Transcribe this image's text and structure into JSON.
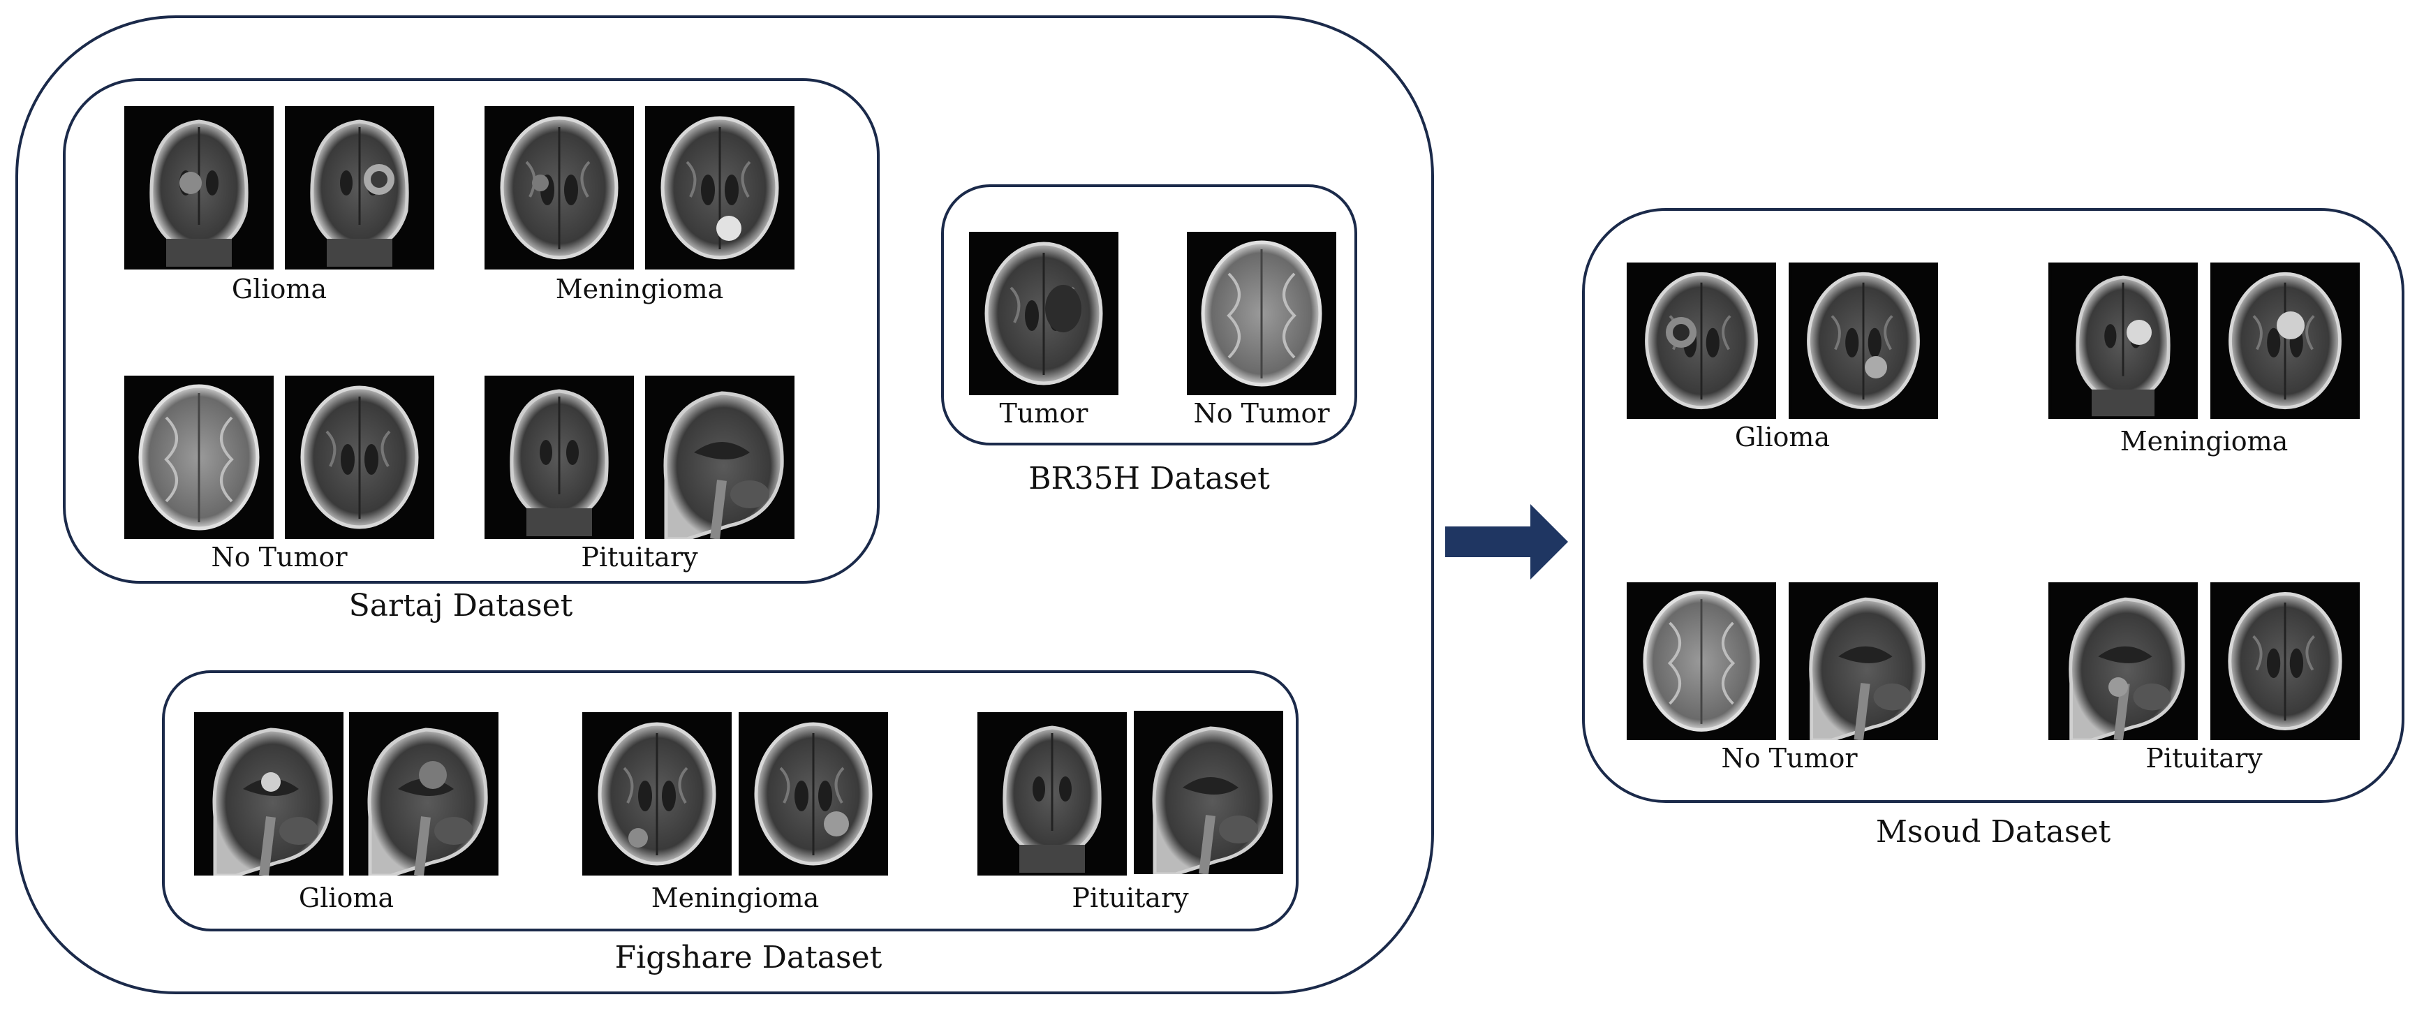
{
  "sartaj": {
    "title": "Sartaj Dataset",
    "captions": [
      "Glioma",
      "Meningioma",
      "No Tumor",
      "Pituitary"
    ]
  },
  "br35h": {
    "title": "BR35H Dataset",
    "captions": [
      "Tumor",
      "No Tumor"
    ]
  },
  "figshare": {
    "title": "Figshare Dataset",
    "captions": [
      "Glioma",
      "Meningioma",
      "Pituitary"
    ]
  },
  "msoud": {
    "title": "Msoud Dataset",
    "captions": [
      "Glioma",
      "Meningioma",
      "No Tumor",
      "Pituitary"
    ]
  },
  "colors": {
    "border": "#1b2a4a",
    "arrow": "#1f3662",
    "image_bg": "#050505"
  },
  "icons": {
    "transform": "right-arrow-icon"
  }
}
